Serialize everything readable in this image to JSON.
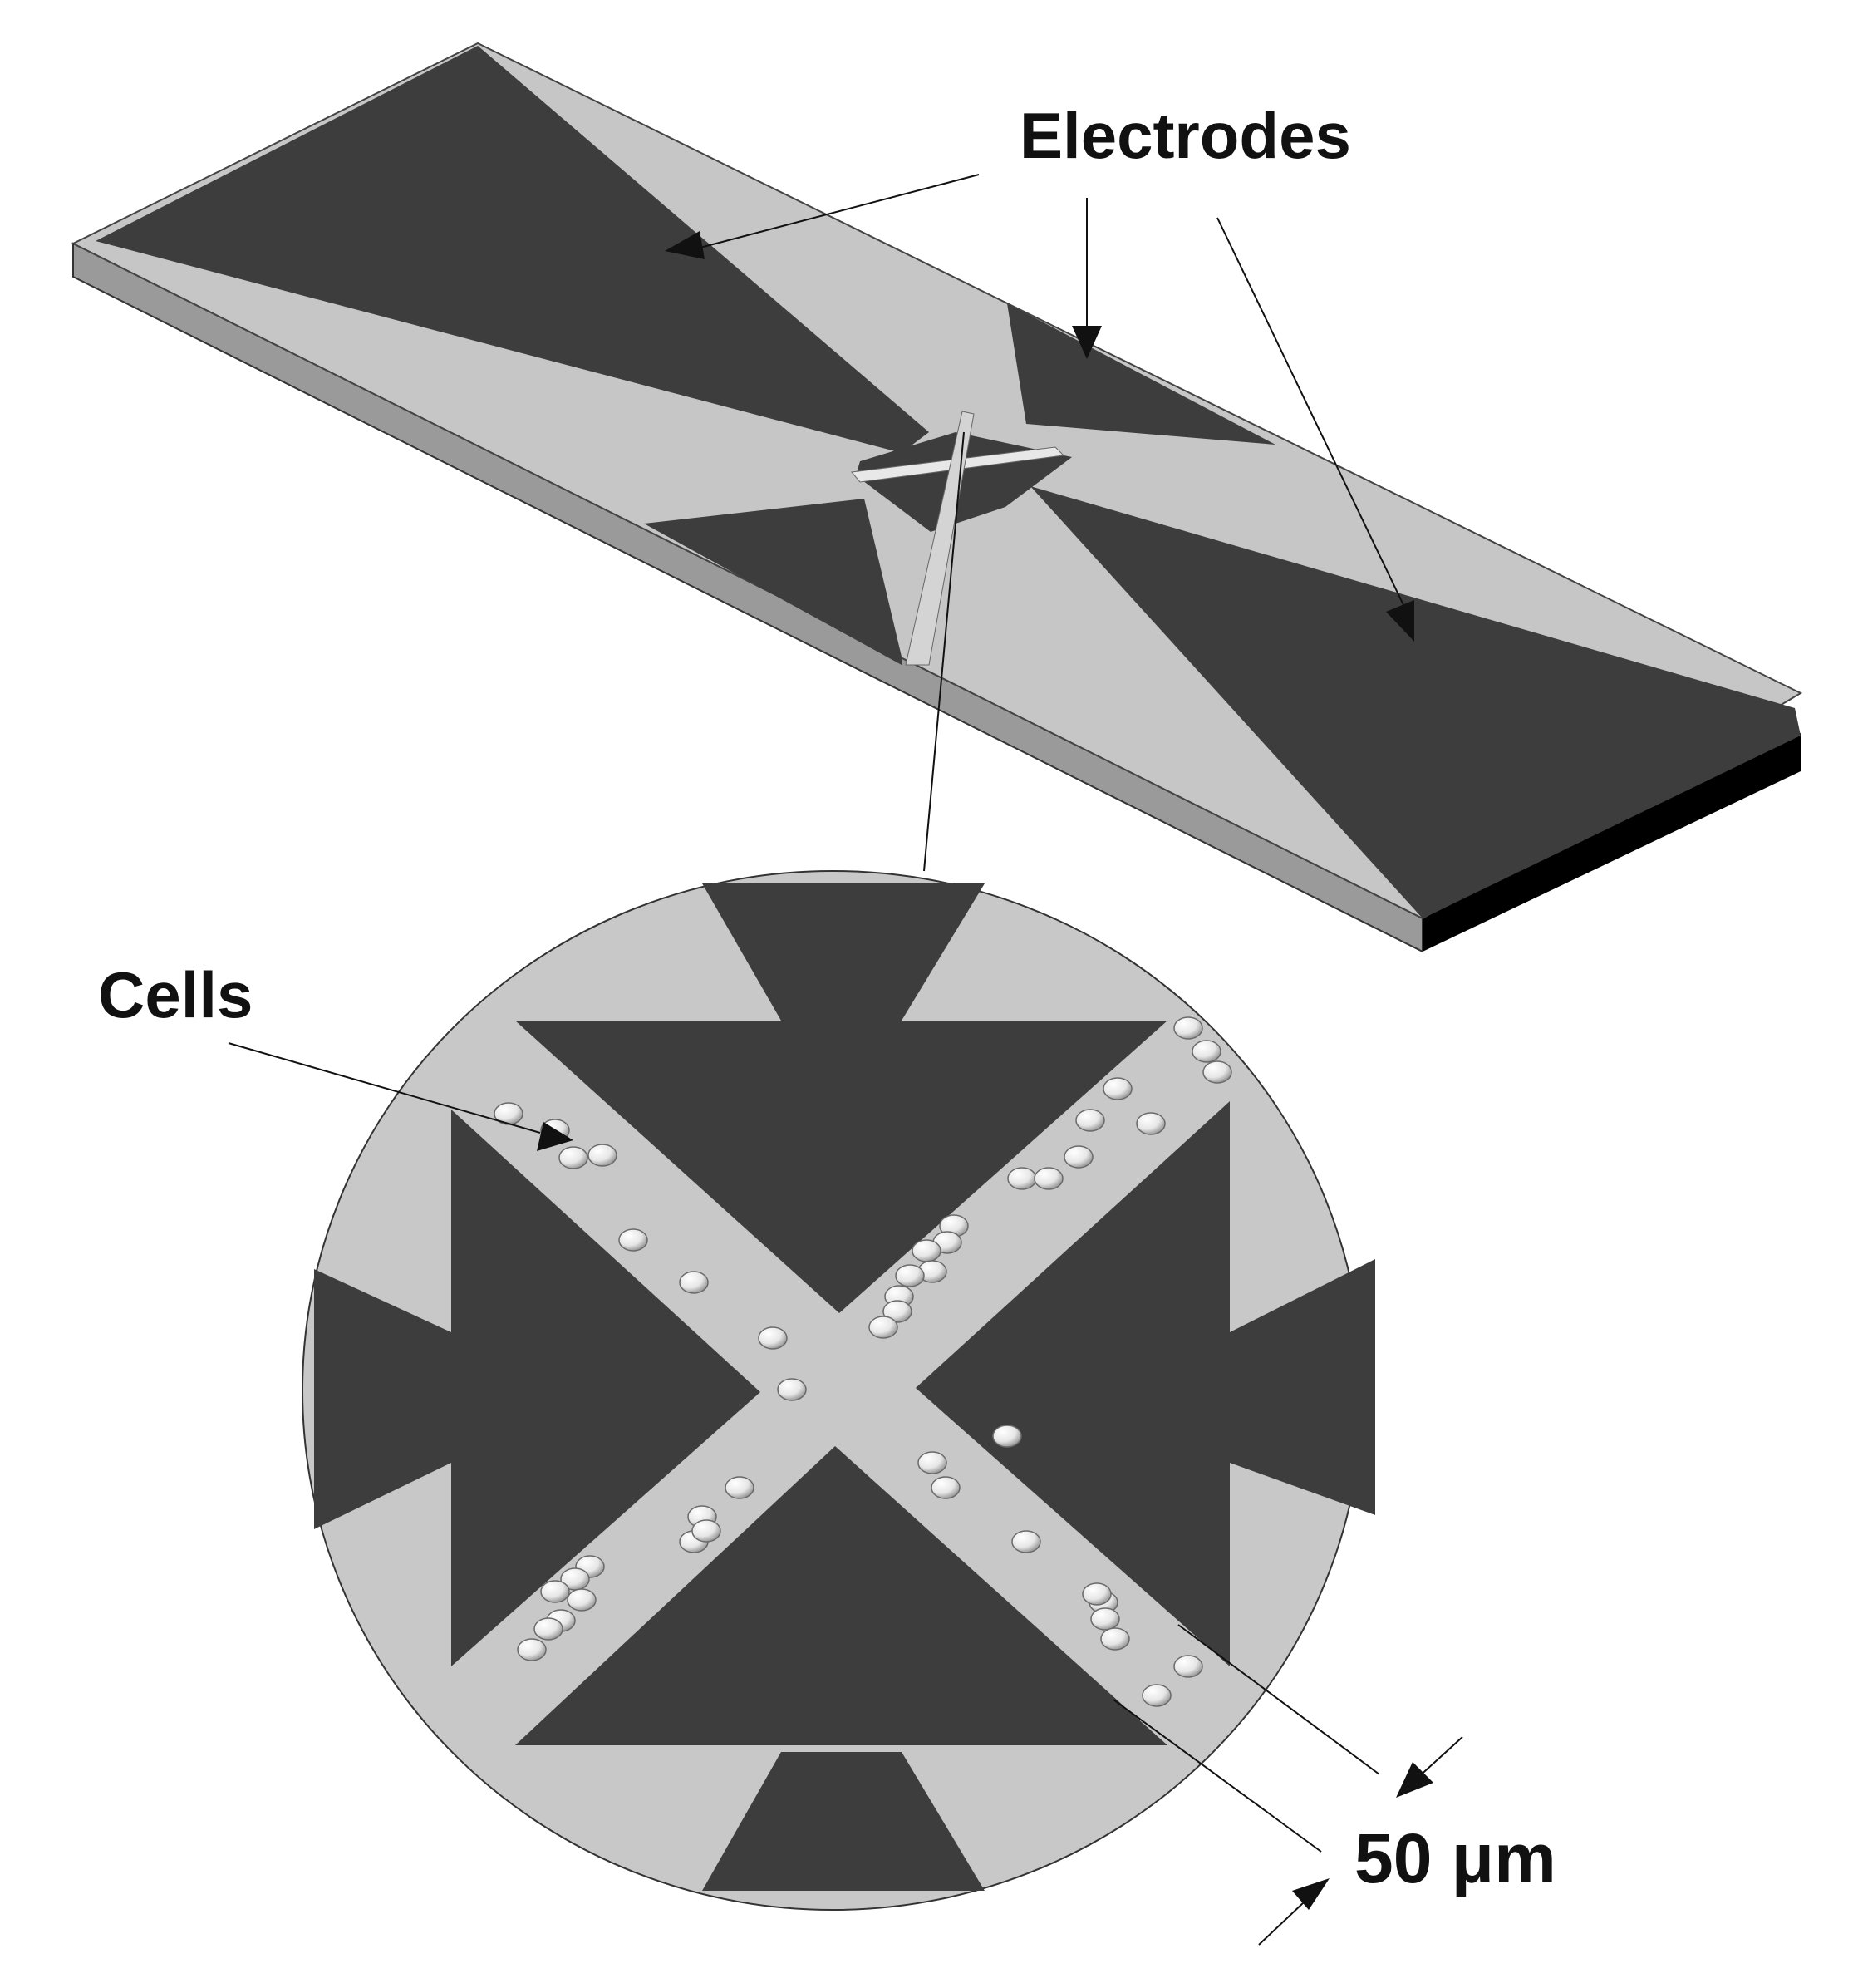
{
  "labels": {
    "electrodes": "Electrodes",
    "cells": "Cells",
    "scale": "50 μm"
  },
  "colors": {
    "electrode": "#3d3d3d",
    "substrate": "#c6c6c6",
    "side_front": "#9a9a9a",
    "side_dark": "#000000",
    "circle": "#c8c8c8",
    "cell": "#f2f2f2",
    "line": "#111111"
  },
  "cell_count": 46
}
